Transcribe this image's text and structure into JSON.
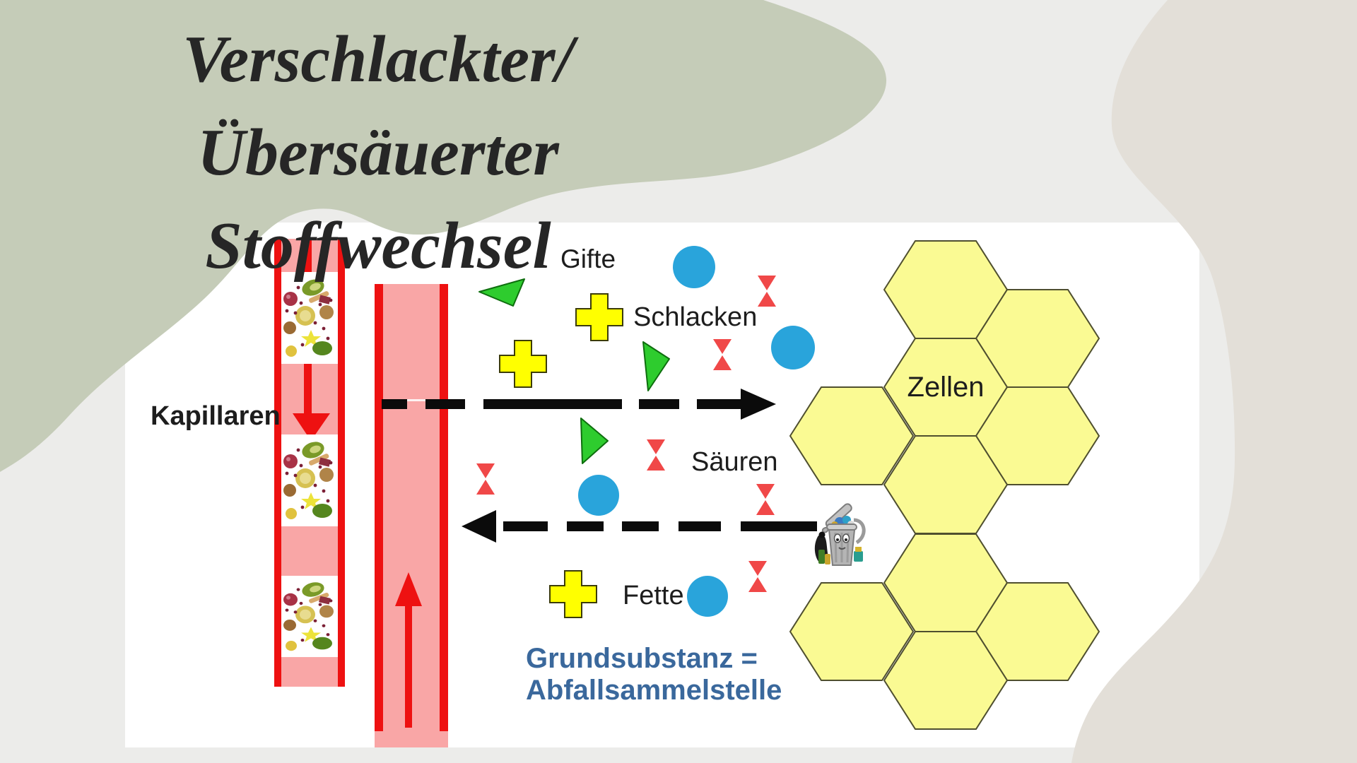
{
  "slide": {
    "title_line1": "Verschlackter/Übersäuerter",
    "title_line2": "Stoffwechsel"
  },
  "diagram": {
    "labels": {
      "capillaries": "Kapillaren",
      "toxins": "Gifte",
      "slags": "Schlacken",
      "acids": "Säuren",
      "fats": "Fette",
      "cells": "Zellen",
      "ground_substance_line1": "Grundsubstanz =",
      "ground_substance_line2": "Abfallsammelstelle"
    },
    "icons": {
      "toxin": "green-triangle-icon",
      "slag": "yellow-cross-icon",
      "nutrient": "blue-circle-icon",
      "acid": "red-hourglass-icon",
      "cell": "cell-hexagon",
      "waste_bin": "trash-can-icon",
      "food": "food-collage-image"
    }
  },
  "colors": {
    "bg": "#ECECEA",
    "blob_green": "#C5CCB8",
    "blob_beige": "#E3DFD8",
    "tube_fill": "#F9A6A6",
    "tube_border": "#EE1111",
    "cross_fill": "#FFFF00",
    "tri_fill": "#2ECC2E",
    "circle_fill": "#29A4DB",
    "bowtie_fill": "#F04848",
    "hex_fill": "#FAFA93",
    "hex_border": "#4F4F2F",
    "arrow": "#0B0B0B",
    "text_dark": "#1D1D1D",
    "text_blue": "#3A689C"
  }
}
